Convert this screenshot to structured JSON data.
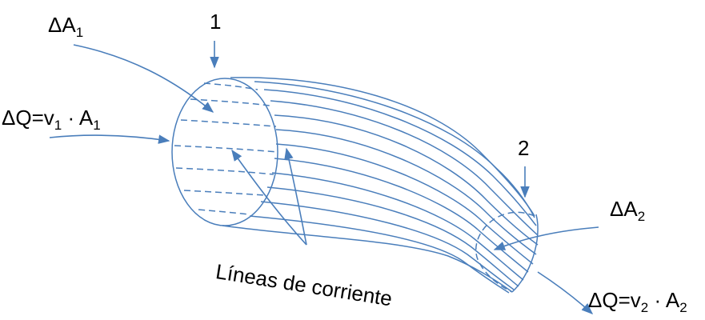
{
  "colors": {
    "line": "#4a7ebb",
    "text": "#000000",
    "background": "#ffffff"
  },
  "labels": {
    "delta_a1_main": "ΔA",
    "delta_a1_sub": "1",
    "delta_q1_main": "ΔQ=v",
    "delta_q1_sub_v": "1",
    "delta_q1_dot": " · A",
    "delta_q1_sub_a": "1",
    "section_1": "1",
    "section_2": "2",
    "delta_a2_main": "ΔA",
    "delta_a2_sub": "2",
    "delta_q2_main": "ΔQ=v",
    "delta_q2_sub_v": "2",
    "delta_q2_dot": " · A",
    "delta_q2_sub_a": "2",
    "streamlines": "Líneas de corriente"
  }
}
